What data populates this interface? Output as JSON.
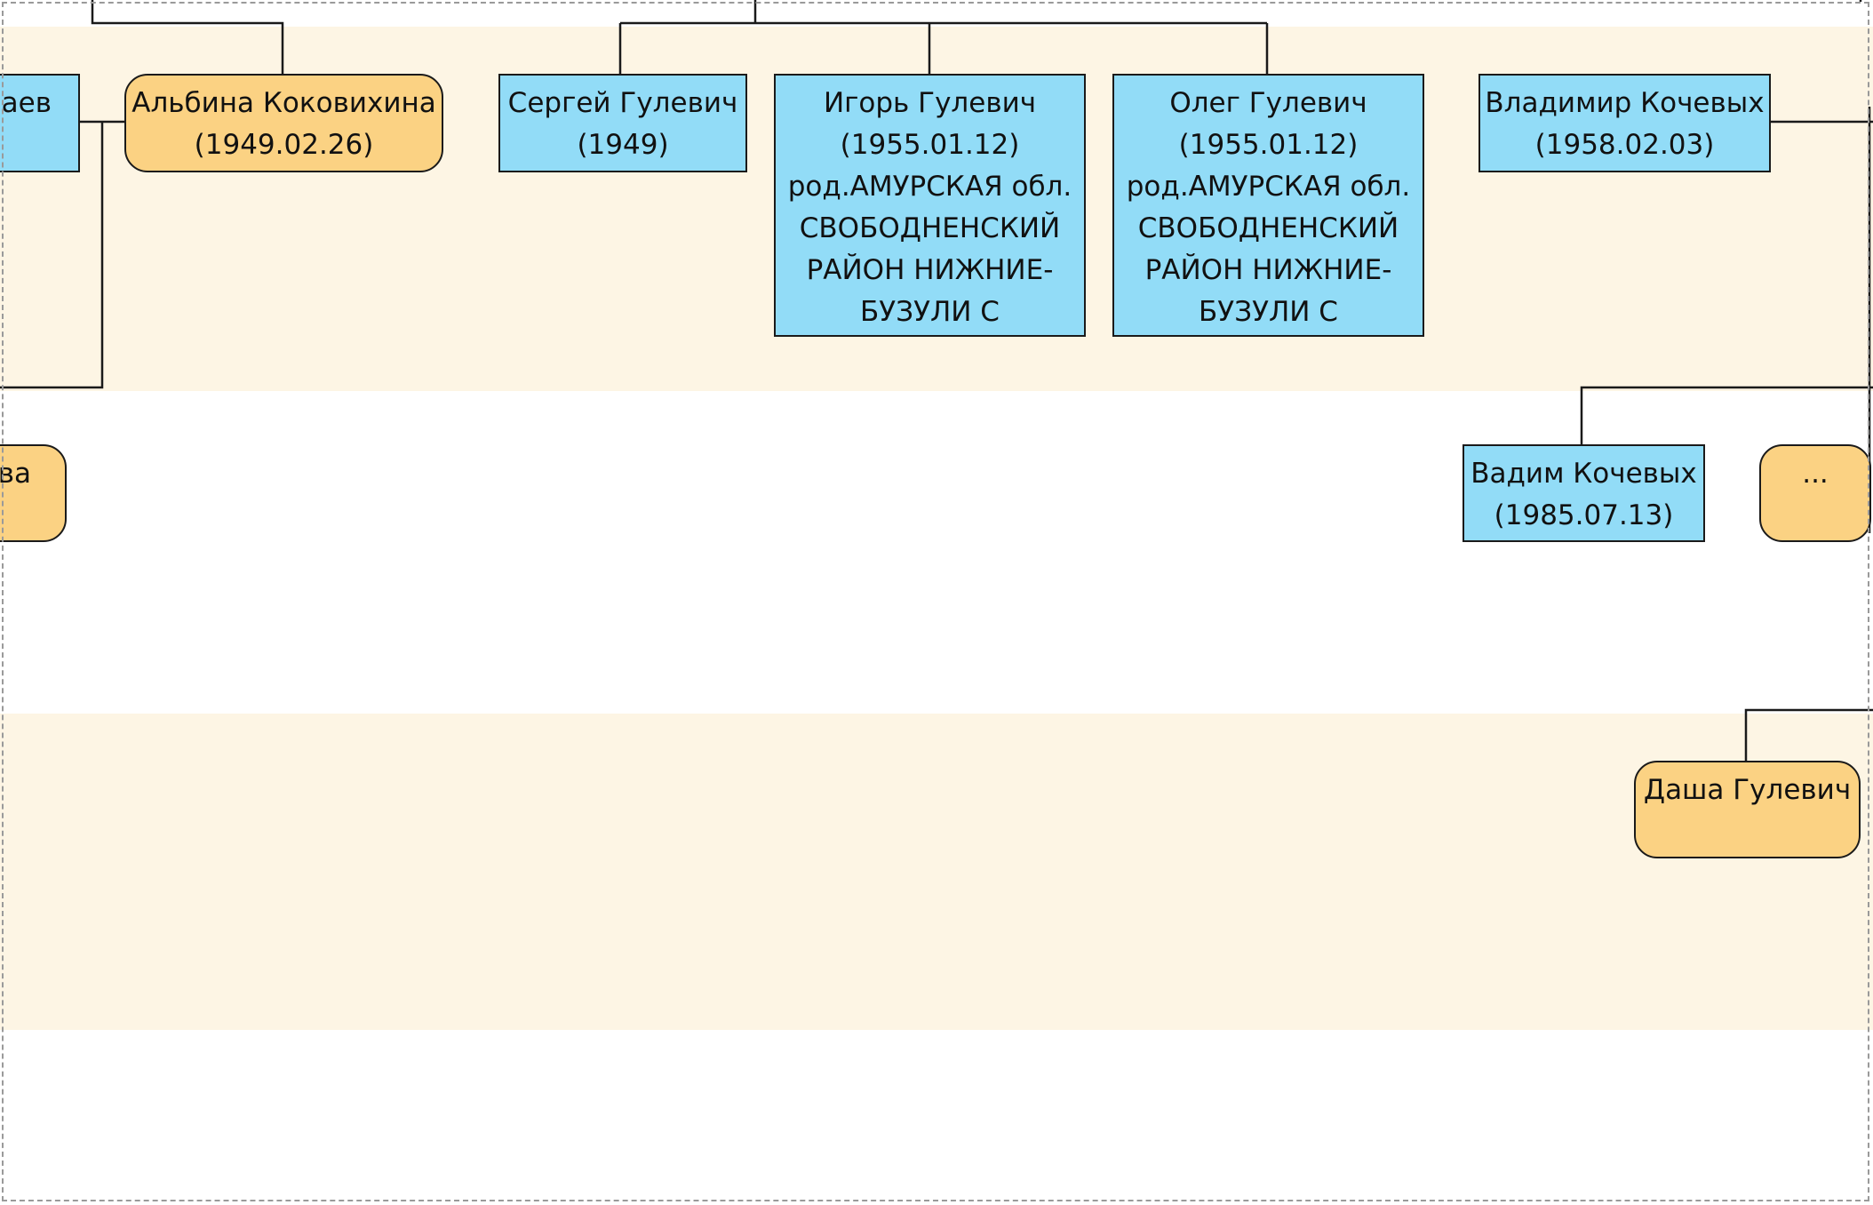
{
  "colors": {
    "male_fill": "#92dcf7",
    "female_fill": "#fbd283",
    "band_fill": "#fdf5e4",
    "line": "#1a1a1a"
  },
  "people": {
    "partial_left_male": {
      "name": "заев"
    },
    "albina": {
      "name": "Альбина Коковихина",
      "date": "(1949.02.26)"
    },
    "sergey": {
      "name": "Сергей Гулевич",
      "date": "(1949)"
    },
    "igor": {
      "name": "Игорь Гулевич",
      "date": "(1955.01.12)",
      "birthplace": [
        "род.АМУРСКАЯ обл.",
        "СВОБОДНЕНСКИЙ",
        "РАЙОН НИЖНИЕ-",
        "БУЗУЛИ С"
      ]
    },
    "oleg": {
      "name": "Олег Гулевич",
      "date": "(1955.01.12)",
      "birthplace": [
        "род.АМУРСКАЯ обл.",
        "СВОБОДНЕНСКИЙ",
        "РАЙОН НИЖНИЕ-",
        "БУЗУЛИ С"
      ]
    },
    "vladimir": {
      "name": "Владимир Кочевых",
      "date": "(1958.02.03)"
    },
    "partial_left_female": {
      "name": "ва"
    },
    "vadim": {
      "name": "Вадим Кочевых",
      "date": "(1985.07.13)"
    },
    "more": {
      "name": "..."
    },
    "dasha": {
      "name": "Даша Гулевич"
    }
  }
}
